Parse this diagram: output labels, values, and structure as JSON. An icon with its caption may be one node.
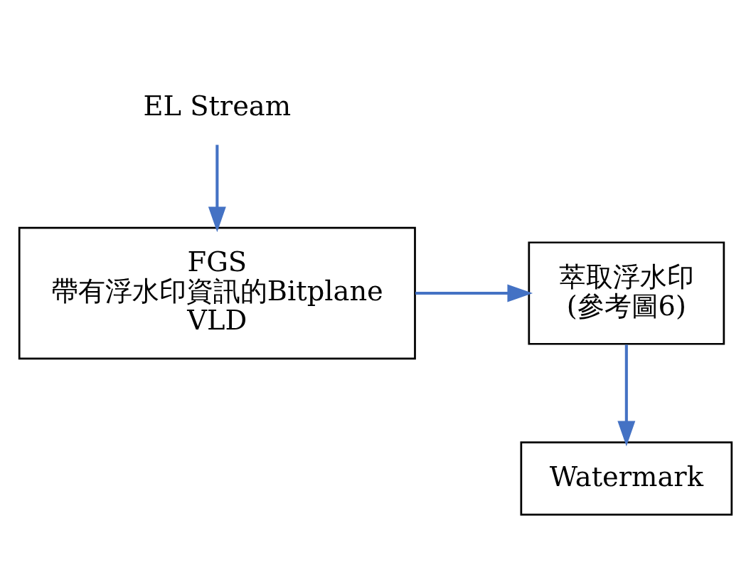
{
  "diagram": {
    "nodes": [
      {
        "text": [
          "EL Stream"
        ]
      },
      {
        "text": [
          "FGS 帶有浮水印資訊的Bitplane VLD"
        ]
      },
      {
        "text": [
          "萃取浮水印 (參考圖6)"
        ]
      },
      {
        "text": [
          "Watermark"
        ]
      }
    ],
    "edges": [
      {
        "from": 0,
        "to": 1,
        "arrow": "to"
      },
      {
        "from": 1,
        "to": 2,
        "arrow": "to"
      },
      {
        "from": 2,
        "to": 3,
        "arrow": "to"
      }
    ]
  }
}
